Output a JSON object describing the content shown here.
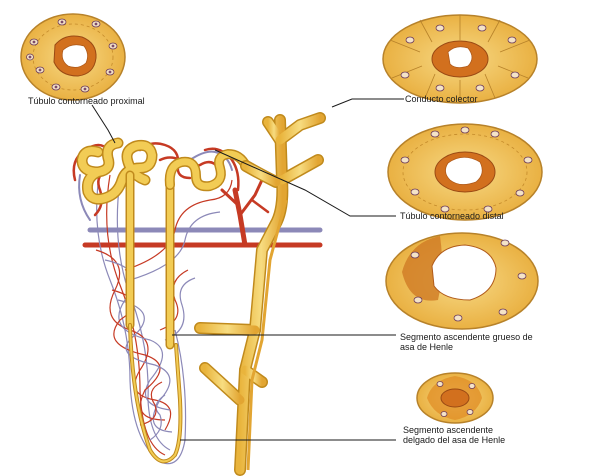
{
  "labels": {
    "proximal": "Túbulo contorneado proximal",
    "collector": "Conducto colector",
    "distal": "Túbulo contorneado distal",
    "thick_ascending": "Segmento ascendente grueso de\nasa de Henle",
    "thin_ascending": "Segmento ascendente\ndelgado del asa de Henle"
  },
  "colors": {
    "tubule_yellow": "#f2cc55",
    "tubule_edge": "#c08a1c",
    "artery_red": "#c63a24",
    "vein_purple": "#8c89b8",
    "lumen_orange": "#d2701e",
    "nucleus_purple": "#7c4a6a",
    "leader_line": "#1a1a1a"
  },
  "icons": [
    "cell-cross-section-illustration",
    "nephron-illustration"
  ]
}
